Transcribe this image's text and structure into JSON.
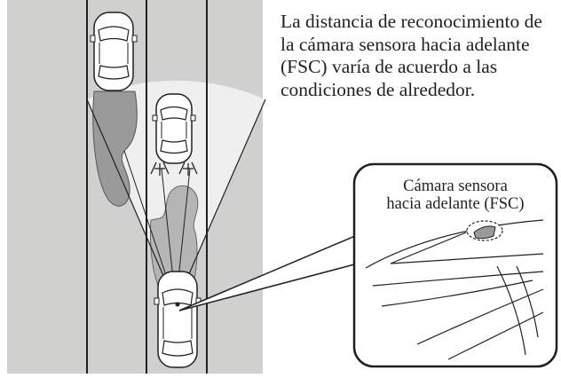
{
  "description": "La distancia de reconocimiento de la cámara sensora hacia adelante (FSC) varía de acuerdo a las condiciones de alrededor.",
  "callout": {
    "line1": "Cámara sensora",
    "line2": "hacia adelante (FSC)"
  },
  "colors": {
    "road": "#d0d0cf",
    "lane_line": "#231f20",
    "camera_area": "#efefef",
    "shadow": "#9a9a9a",
    "detect_area": "#cfcfcf",
    "car_body": "#ffffff",
    "outline": "#231f20",
    "text": "#231f20"
  }
}
